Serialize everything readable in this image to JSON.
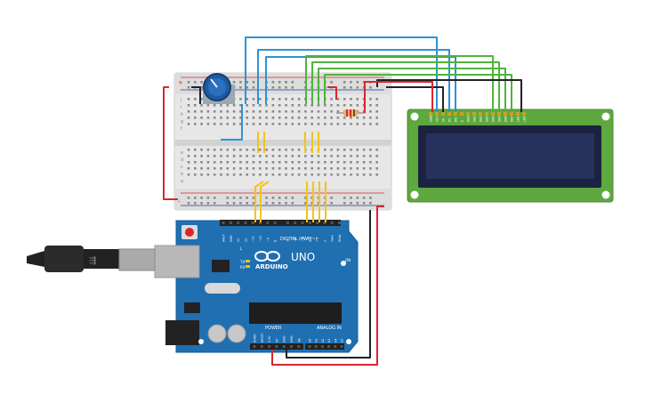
{
  "arduino": {
    "brand": "ARDUINO",
    "model": "UNO",
    "digital_label": "DIGITAL (PWM~)",
    "power_label": "POWER",
    "analog_label": "ANALOG IN",
    "tx_label": "TX",
    "rx_label": "RX",
    "l_label": "L",
    "on_label": "ON",
    "digital_pins": [
      "AREF",
      "GND",
      "13",
      "12",
      "~11",
      "~10",
      "~9",
      "8",
      "7",
      "~6",
      "~5",
      "4",
      "~3",
      "2",
      "TX▸1",
      "RX◂0"
    ],
    "power_pins": [
      "IOREF",
      "RESET",
      "3.3V",
      "5V",
      "GND",
      "GND",
      "Vin"
    ],
    "analog_pins": [
      "A0",
      "A1",
      "A2",
      "A3",
      "A4",
      "A5"
    ]
  },
  "breadboard": {
    "row_letters_top": [
      "j",
      "i",
      "h",
      "g",
      "f"
    ],
    "row_letters_bottom": [
      "e",
      "d",
      "c",
      "b",
      "a"
    ],
    "rail_plus": "+",
    "rail_minus": "-"
  },
  "lcd": {
    "pin_labels": [
      "GND",
      "VCC",
      "V0",
      "RS",
      "RW",
      "E",
      "DB0",
      "DB1",
      "DB2",
      "DB3",
      "DB4",
      "DB5",
      "DB6",
      "DB7",
      "LED",
      "LED"
    ]
  },
  "colors": {
    "arduino_board": "#1f6fb1",
    "breadboard": "#e6e6e6",
    "lcd_board": "#5ea83f",
    "lcd_screen": "#26325c",
    "wire_blue": "#2a95d6",
    "wire_green": "#4fb43b",
    "wire_black": "#222222",
    "wire_red": "#d9262c",
    "wire_yellow": "#f2c418",
    "pot_body": "#1e5a9e"
  }
}
